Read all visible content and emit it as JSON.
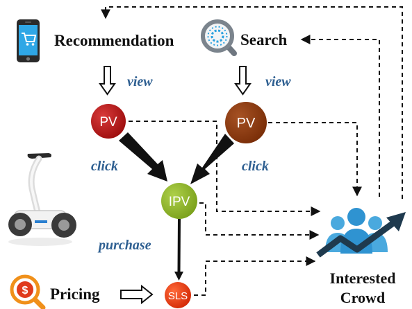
{
  "sources": {
    "recommendation": "Recommendation",
    "search": "Search",
    "pricing": "Pricing"
  },
  "nodes": {
    "pv_left": "PV",
    "pv_right": "PV",
    "ipv": "IPV",
    "sls": "SLS"
  },
  "edges": {
    "view_left": "view",
    "view_right": "view",
    "click_left": "click",
    "click_right": "click",
    "purchase": "purchase"
  },
  "target": {
    "line1": "Interested",
    "line2": "Crowd"
  },
  "colors": {
    "pv_left": "#b31313",
    "pv_right": "#8a3a0e",
    "ipv": "#8fb52a",
    "sls": "#e8370f",
    "edge_label": "#2e5f91",
    "people": "#3da3dc",
    "trend": "#1f3a4e"
  }
}
